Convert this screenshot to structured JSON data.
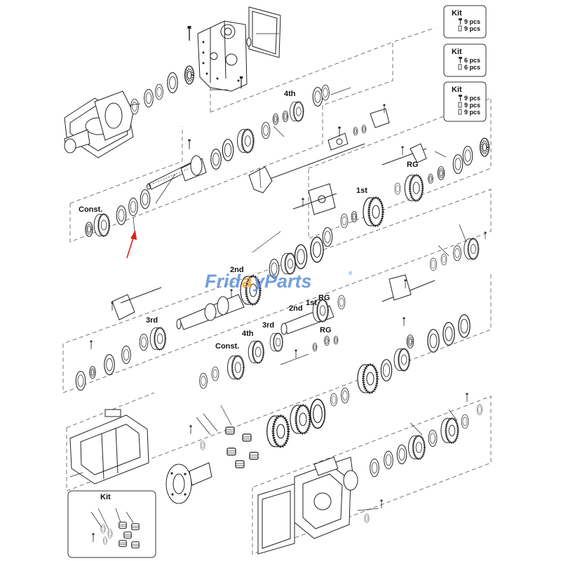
{
  "watermark": {
    "brand": "FridayParts",
    "colors": {
      "primary": "#5b8fd4",
      "accent": "#f2a93b"
    }
  },
  "kits": [
    {
      "title": "Kit",
      "rows": [
        "9 pcs",
        "9 pcs"
      ]
    },
    {
      "title": "Kit",
      "rows": [
        "6 pcs",
        "6 pcs"
      ]
    },
    {
      "title": "Kit",
      "rows": [
        "9 pcs",
        "9 pcs",
        "9 pcs"
      ]
    }
  ],
  "bottom_kit": {
    "title": "Kit"
  },
  "gear_labels": {
    "fourth_top": "4th",
    "rg_top": "RG",
    "first_top": "1st",
    "const_left": "Const.",
    "second_mid": "2nd",
    "third_left": "3rd",
    "second_shaft": "2nd",
    "first_shaft": "1st",
    "rg_shaft": "RG",
    "fourth_mid": "4th",
    "third_mid": "3rd",
    "const_mid": "Const.",
    "rg_mid": "RG"
  },
  "arrow_color": "#e0201c"
}
